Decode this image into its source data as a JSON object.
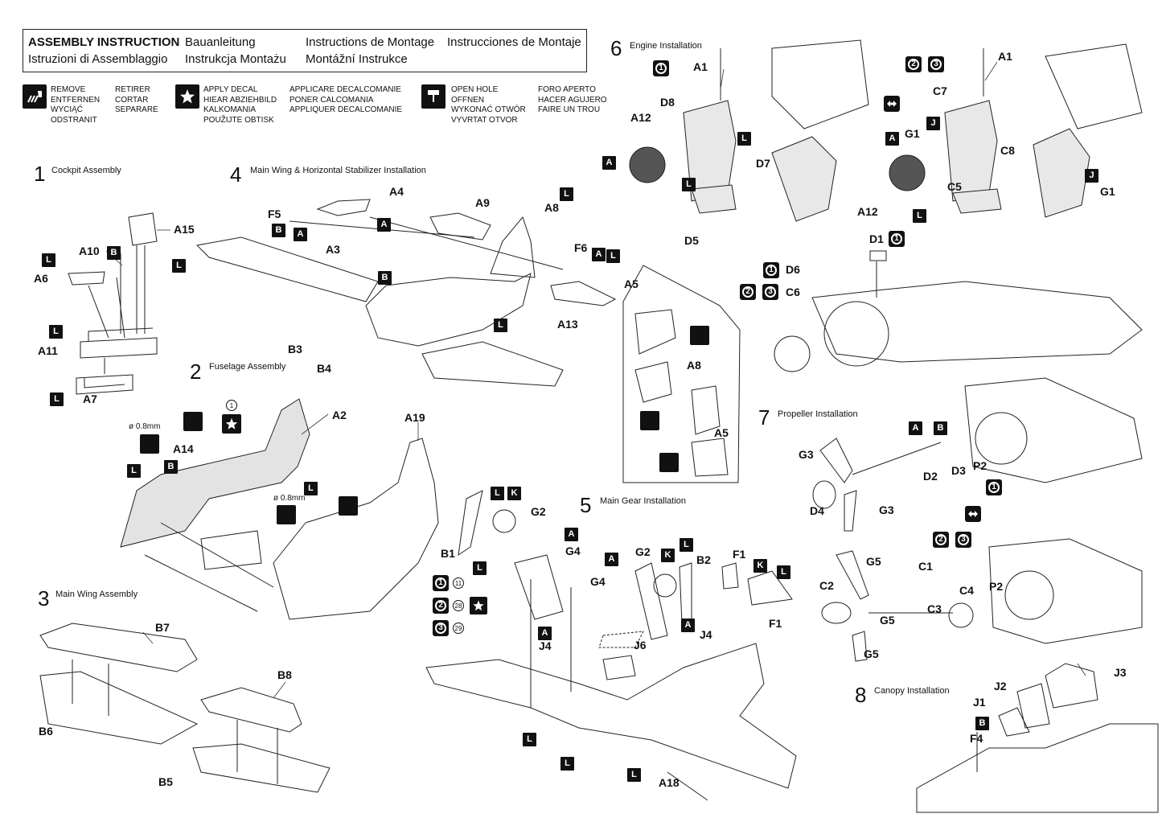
{
  "header": {
    "title_en": "ASSEMBLY INSTRUCTION",
    "title_de": "Bauanleitung",
    "title_fr": "Instructions de Montage",
    "title_es": "Instrucciones de Montaje",
    "title_it": "Istruzioni di Assemblaggio",
    "title_pl": "Instrukcja Montażu",
    "title_cz": "Montážní Instrukce"
  },
  "legend": {
    "remove_1": "REMOVE\nENTFERNEN\nWYCIĄĆ\nODSTRANIT",
    "remove_2": "RETIRER\nCORTAR\nSEPARARE",
    "decal_1": "APPLY DECAL\nHIEAR ABZIEHBILD\nKALKOMANIA\nPOUŽIJTE OBTISK",
    "decal_2": "APPLICARE DECALCOMANIE\nPONER CALCOMANIA\nAPPLIQUER DECALCOMANIE",
    "hole_1": "OPEN HOLE\nOFFNEN\nWYKONAĆ OTWÓR\nVYVRTAT OTVOR",
    "hole_2": "FORO APERTO\nHACER AGUJERO\nFAIRE UN TROU"
  },
  "steps": [
    {
      "num": "1",
      "title": "Cockpit Assembly"
    },
    {
      "num": "2",
      "title": "Fuselage Assembly"
    },
    {
      "num": "3",
      "title": "Main Wing Assembly"
    },
    {
      "num": "4",
      "title": "Main Wing & Horizontal Stabilizer Installation"
    },
    {
      "num": "5",
      "title": "Main Gear Installation"
    },
    {
      "num": "6",
      "title": "Engine Installation"
    },
    {
      "num": "7",
      "title": "Propeller Installation"
    },
    {
      "num": "8",
      "title": "Canopy Installation"
    }
  ],
  "parts": {
    "a15": "A15",
    "a10": "A10",
    "a6": "A6",
    "a11": "A11",
    "a7": "A7",
    "a2": "A2",
    "a19": "A19",
    "a14": "A14",
    "b7": "B7",
    "b6": "B6",
    "b8": "B8",
    "b5": "B5",
    "f5": "F5",
    "a4": "A4",
    "a3": "A3",
    "a9": "A9",
    "a8": "A8",
    "f6": "F6",
    "a5": "A5",
    "b3": "B3",
    "b4": "B4",
    "a13": "A13",
    "a8b": "A8",
    "a5b": "A5",
    "g2": "G2",
    "g4": "G4",
    "b1": "B1",
    "g2b": "G2",
    "b2": "B2",
    "g4b": "G4",
    "f1": "F1",
    "f1b": "F1",
    "j4": "J4",
    "j6": "J6",
    "j4b": "J4",
    "a18": "A18",
    "a1": "A1",
    "d8": "D8",
    "a12": "A12",
    "d7": "D7",
    "d5": "D5",
    "a1b": "A1",
    "c7": "C7",
    "g1": "G1",
    "c8": "C8",
    "a12b": "A12",
    "c5": "C5",
    "g1b": "G1",
    "d1": "D1",
    "d6": "D6",
    "c6": "C6",
    "g3": "G3",
    "d2": "D2",
    "d3": "D3",
    "p2": "P2",
    "d4": "D4",
    "g3b": "G3",
    "g5": "G5",
    "c1": "C1",
    "c2": "C2",
    "c4": "C4",
    "p2b": "P2",
    "c3": "C3",
    "g5b": "G5",
    "g5c": "G5",
    "j2": "J2",
    "j3": "J3",
    "j1": "J1",
    "f4": "F4"
  },
  "badges": {
    "l": "L",
    "b": "B",
    "a": "A",
    "k": "K",
    "j": "J"
  },
  "variants": {
    "v1": "1",
    "v2": "2",
    "v3": "3"
  },
  "decal_numbers": {
    "n1": "1",
    "n11": "11",
    "n28": "28",
    "n29": "29"
  },
  "drill": {
    "d1": "ø 0.8mm",
    "d2": "ø 0.8mm"
  }
}
